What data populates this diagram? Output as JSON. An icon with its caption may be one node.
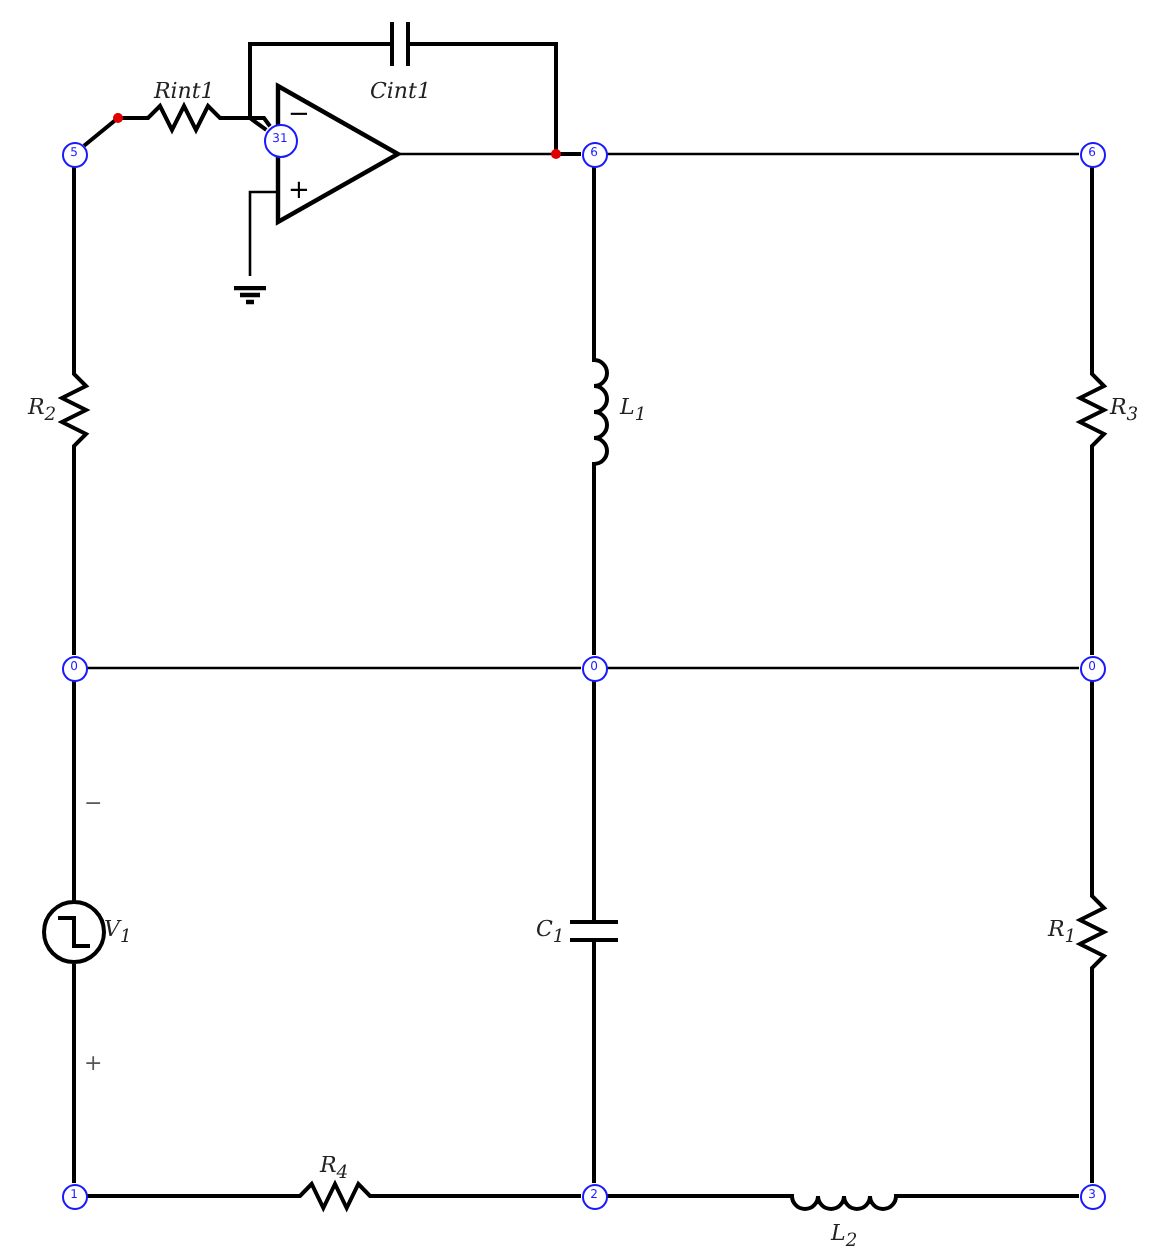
{
  "diagram": {
    "nodes": [
      {
        "text": [
          "5"
        ]
      },
      {
        "text": [
          "31"
        ]
      },
      {
        "text": [
          "6"
        ]
      },
      {
        "text": [
          "6"
        ]
      },
      {
        "text": [
          "0"
        ]
      },
      {
        "text": [
          "0"
        ]
      },
      {
        "text": [
          "0"
        ]
      },
      {
        "text": [
          "1"
        ]
      },
      {
        "text": [
          "2"
        ]
      },
      {
        "text": [
          "3"
        ]
      },
      {
        "text": [
          "−",
          "+"
        ]
      },
      {
        "text": [],
        "shape": "ground"
      }
    ],
    "edges": [
      {
        "from": 0,
        "to": 1,
        "arrow": "none",
        "label": "Rint1"
      },
      {
        "from": 1,
        "to": 2,
        "arrow": "none",
        "label": "Cint1"
      },
      {
        "from": 10,
        "to": 2,
        "arrow": "none"
      },
      {
        "from": 10,
        "to": 11,
        "arrow": "none"
      },
      {
        "from": 2,
        "to": 3,
        "arrow": "none"
      },
      {
        "from": 0,
        "to": 4,
        "arrow": "none",
        "label": "R$_{2}$"
      },
      {
        "from": 2,
        "to": 5,
        "arrow": "none",
        "label": "L$_{1}$"
      },
      {
        "from": 3,
        "to": 6,
        "arrow": "none",
        "label": "R$_{3}$"
      },
      {
        "from": 4,
        "to": 5,
        "arrow": "none"
      },
      {
        "from": 5,
        "to": 6,
        "arrow": "none"
      },
      {
        "from": 4,
        "to": 7,
        "arrow": "none",
        "label": "V$_{1}$"
      },
      {
        "from": 5,
        "to": 8,
        "arrow": "none",
        "label": "C$_{1}$"
      },
      {
        "from": 6,
        "to": 9,
        "arrow": "none",
        "label": "R$_{1}$"
      },
      {
        "from": 7,
        "to": 8,
        "arrow": "none",
        "label": "R$_{4}$"
      },
      {
        "from": 8,
        "to": 9,
        "arrow": "none",
        "label": "L$_{2}$"
      }
    ],
    "labels": [
      "−",
      "+"
    ]
  }
}
